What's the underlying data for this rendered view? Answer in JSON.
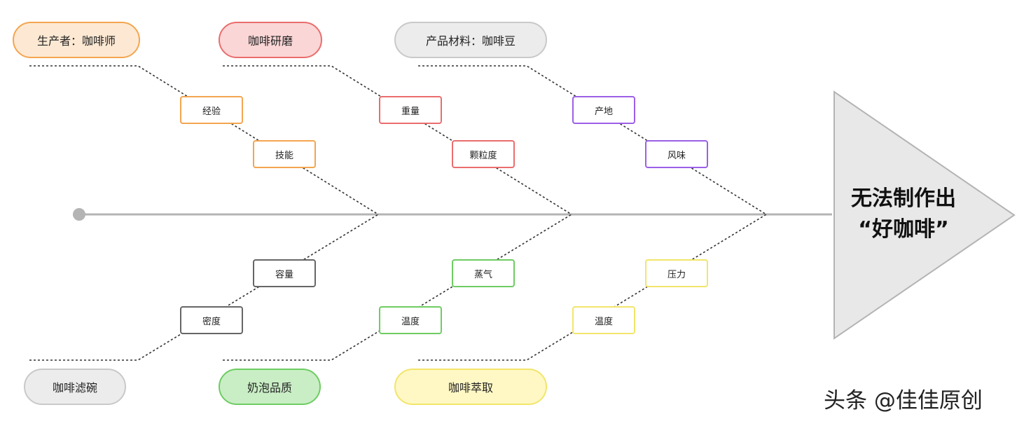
{
  "diagram": {
    "problem": {
      "line1": "无法制作出",
      "line2": "“好咖啡”"
    },
    "categories": {
      "producer": "生产者：咖啡师",
      "grind": "咖啡研磨",
      "beans": "产品材料：咖啡豆",
      "filter": "咖啡滤碗",
      "foam": "奶泡品质",
      "extract": "咖啡萃取"
    },
    "causes": {
      "experience": "经验",
      "skill": "技能",
      "weight": "重量",
      "particle": "颗粒度",
      "origin": "产地",
      "flavor": "风味",
      "capacity": "容量",
      "density": "密度",
      "steam": "蒸气",
      "foam_temp": "温度",
      "pressure": "压力",
      "ext_temp": "温度"
    },
    "colors": {
      "spine": "#b4b4b4",
      "orange": "#f4a550",
      "red": "#ea6d6d",
      "purple": "#9c5fe6",
      "gray": "#c9c9c9",
      "green": "#6ecc62",
      "yellow": "#f2e56b"
    }
  },
  "watermark": "头条 @佳佳原创"
}
